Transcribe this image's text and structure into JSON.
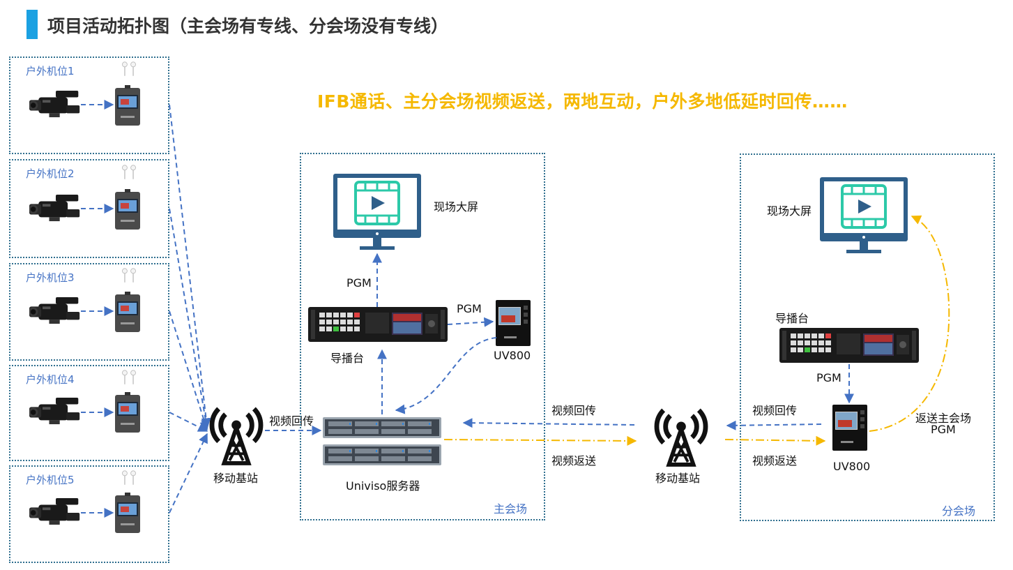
{
  "title": "项目活动拓扑图（主会场有专线、分会场没有专线）",
  "banner": "IFB通话、主分会场视频返送，两地互动，户外多地低延时回传……",
  "outdoor_positions": [
    {
      "label": "户外机位1"
    },
    {
      "label": "户外机位2"
    },
    {
      "label": "户外机位3"
    },
    {
      "label": "户外机位4"
    },
    {
      "label": "户外机位5"
    }
  ],
  "left_tower": {
    "label": "移动基站",
    "link_label": "视频回传"
  },
  "main_venue": {
    "name": "主会场",
    "screen_label": "现场大屏",
    "pgm_up_label": "PGM",
    "pgm_right_label": "PGM",
    "switcher_label": "导播台",
    "uv800_label": "UV800",
    "server_label": "Univiso服务器"
  },
  "middle_links": {
    "return_label": "视频回传",
    "send_label": "视频返送"
  },
  "middle_tower": {
    "label": "移动基站"
  },
  "sub_venue": {
    "name": "分会场",
    "screen_label": "现场大屏",
    "switcher_label": "导播台",
    "pgm_label": "PGM",
    "return_label": "视频回传",
    "send_label": "视频返送",
    "uv800_label": "UV800",
    "back_label_1": "返送主会场",
    "back_label_2": "PGM"
  },
  "colors": {
    "accent": "#1ba1e2",
    "blue_line": "#4472c4",
    "yellow_line": "#f5b800",
    "screen_teal": "#2cc9a8",
    "screen_frame": "#2f5f8a"
  },
  "icons": [
    "camera-icon",
    "encoder-icon",
    "earphone-icon",
    "tower-icon",
    "monitor-icon",
    "switcher-icon",
    "uv800-icon",
    "server-icon"
  ]
}
